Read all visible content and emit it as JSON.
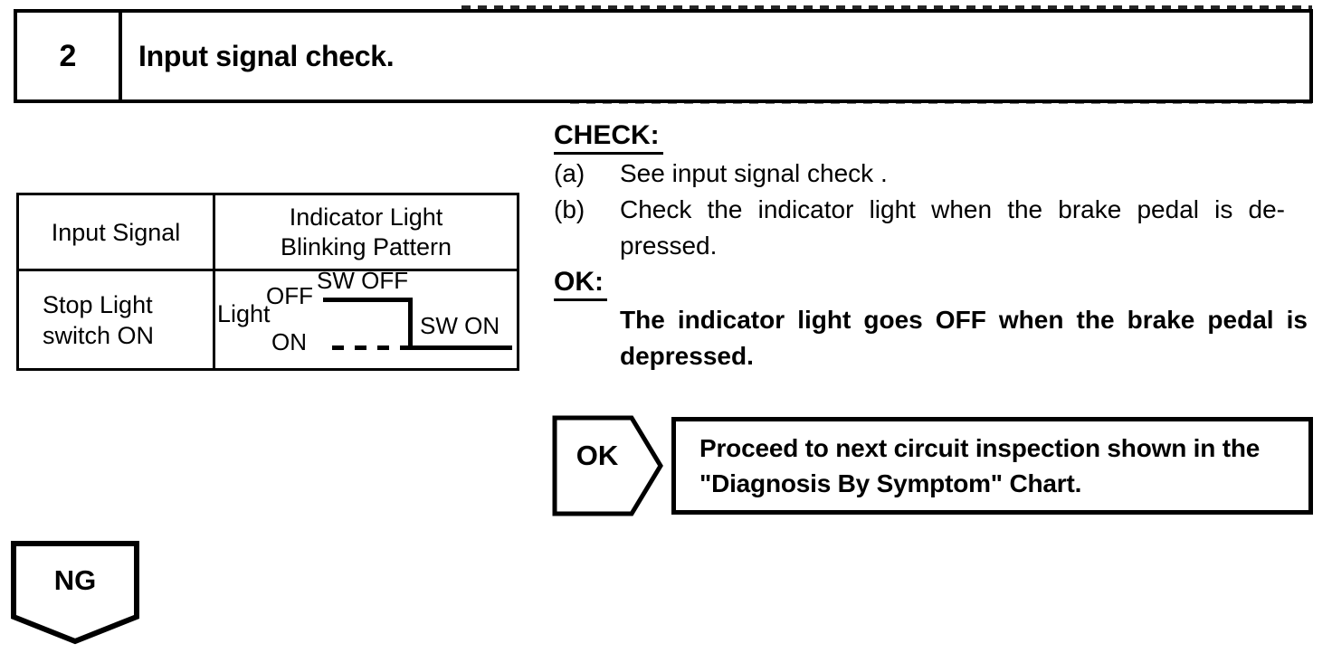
{
  "colors": {
    "ink": "#000000",
    "paper": "#ffffff"
  },
  "step_header": {
    "number": "2",
    "title": "Input signal check."
  },
  "signal_table": {
    "headers": {
      "col1": "Input Signal",
      "col2_line1": "Indicator Light",
      "col2_line2": "Blinking Pattern"
    },
    "row": {
      "label_line1": "Stop Light",
      "label_line2": "switch ON"
    },
    "waveform": {
      "axis_label": "Light",
      "high_level_label": "OFF",
      "low_level_label": "ON",
      "high_segment_label": "SW OFF",
      "low_segment_label": "SW ON"
    }
  },
  "check_section": {
    "heading": "CHECK:",
    "items": [
      {
        "label": "(a)",
        "text": "See input signal check ."
      },
      {
        "label": "(b)",
        "text": "Check the indicator light when the brake pedal is de­pressed."
      }
    ]
  },
  "ok_section": {
    "heading": "OK:",
    "text": "The indicator light goes OFF when the brake pedal is depressed."
  },
  "ok_flow": {
    "badge": "OK",
    "result_text": "Proceed to next circuit inspection shown in the \"Diagnosis By Symptom\" Chart."
  },
  "ng_flow": {
    "badge": "NG"
  }
}
